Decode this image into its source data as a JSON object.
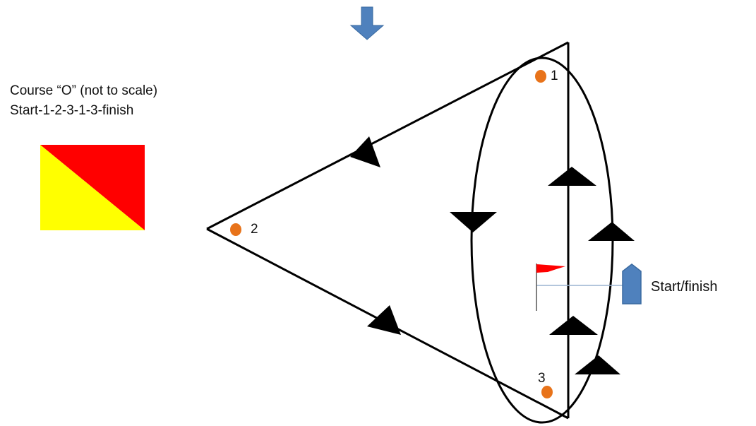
{
  "course": {
    "title": "Course “O” (not to scale)",
    "sequence": "Start-1-2-3-1-3-finish"
  },
  "marks": [
    {
      "label": "1"
    },
    {
      "label": "2"
    },
    {
      "label": "3"
    }
  ],
  "start_finish": {
    "label": "Start/finish"
  },
  "colors": {
    "mark": "#e8731a",
    "flag_red": "#ff0000",
    "flag_yellow": "#ffff00",
    "wind_arrow": "#4f81bd",
    "committee_boat": "#4f81bd",
    "pin_flag": "#ff0000",
    "course_line": "#000000"
  },
  "icons": [
    "wind-arrow-icon",
    "signal-flag-oscar-icon",
    "pin-flag-icon",
    "committee-boat-icon"
  ]
}
